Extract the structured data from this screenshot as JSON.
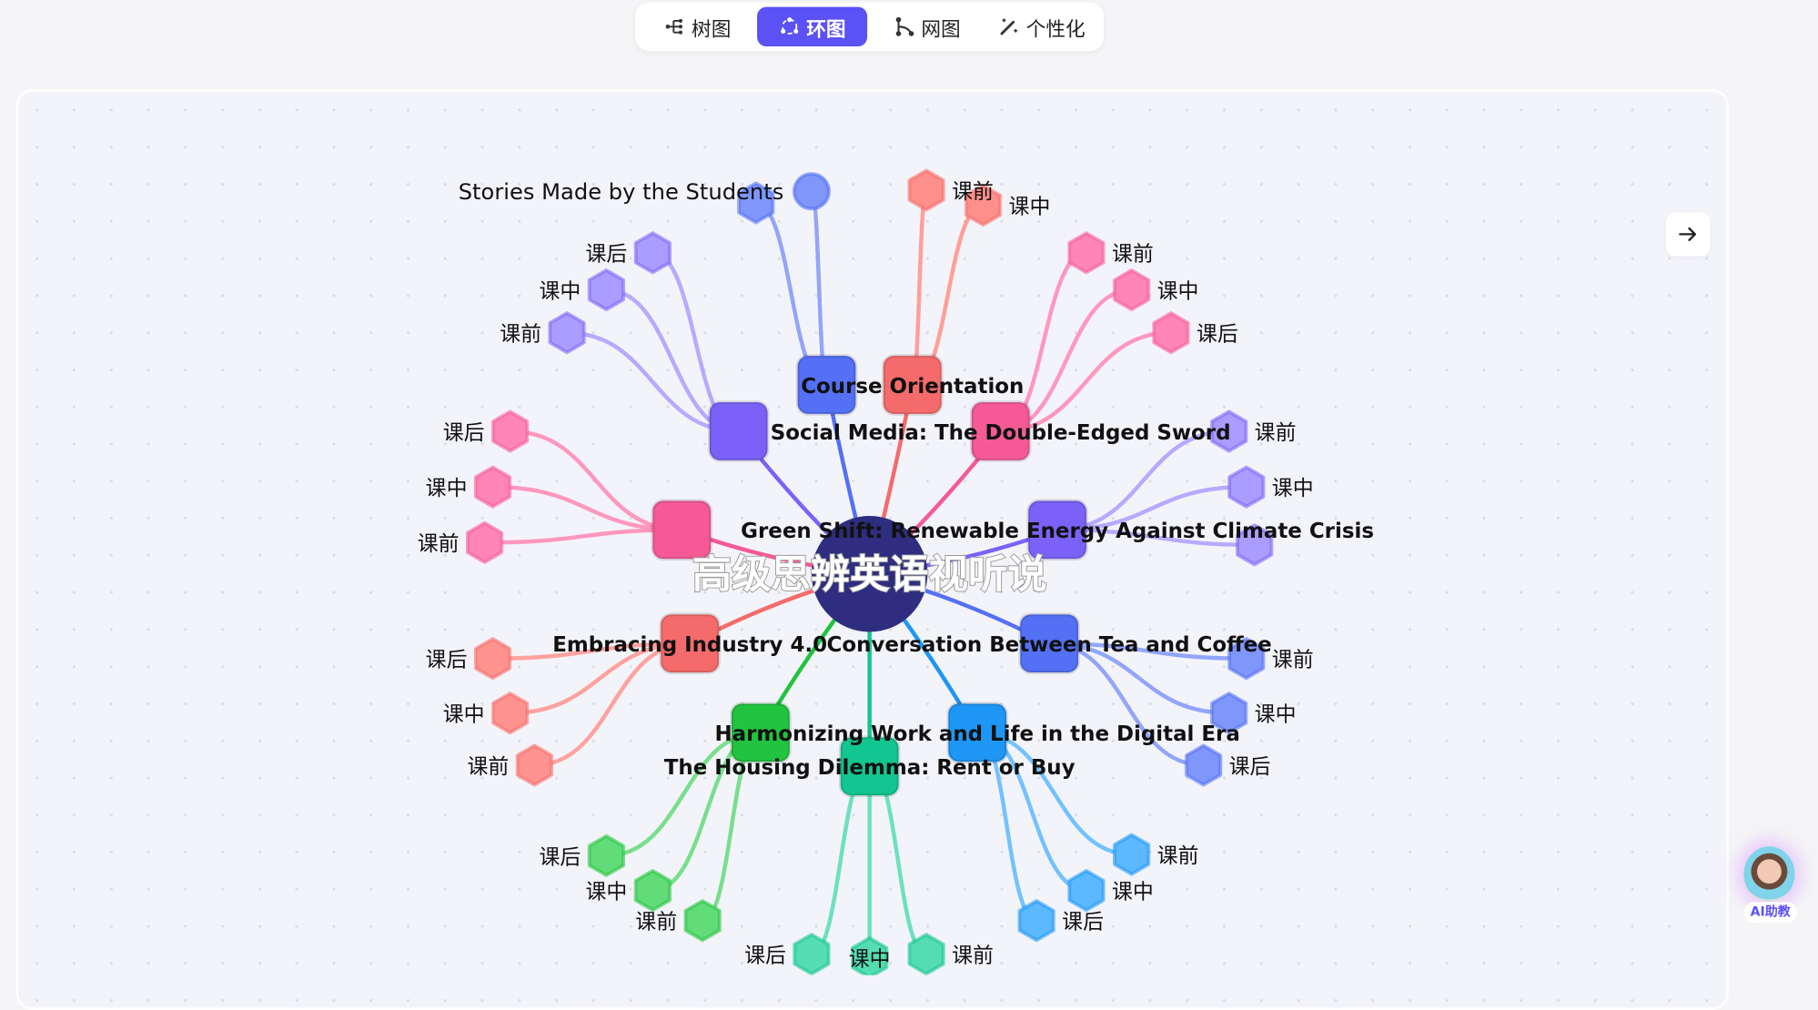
{
  "toolbar": {
    "tabs": [
      {
        "label": "树图",
        "icon": "tree-icon",
        "active": false
      },
      {
        "label": "环图",
        "icon": "ring-icon",
        "active": true
      },
      {
        "label": "网图",
        "icon": "network-icon",
        "active": false
      },
      {
        "label": "个性化",
        "icon": "magic-wand-icon",
        "active": false
      }
    ]
  },
  "mindmap": {
    "center": {
      "title": "高级思辨英语视听说",
      "color": "#2e2d80"
    },
    "topics": [
      {
        "label": "",
        "color": "#7b61f8",
        "light": "#ab9cff",
        "children": [
          "课后",
          "课中",
          "课前"
        ]
      },
      {
        "label": "",
        "color": "#5470f5",
        "light": "#7f96fb",
        "children": [
          "",
          "Stories Made by the Students"
        ]
      },
      {
        "label": "Course Orientation",
        "color": "#f56b6b",
        "light": "#ff8f8a",
        "children": [
          "课前",
          "课中"
        ]
      },
      {
        "label": "Social Media: The Double-Edged Sword",
        "color": "#f55a95",
        "light": "#ff86b4",
        "children": [
          "课前",
          "课中",
          "课后"
        ]
      },
      {
        "label": "Green Shift: Renewable Energy Against Climate Crisis",
        "color": "#7b61f8",
        "light": "#ab9cff",
        "children": [
          "课前",
          "课中",
          ""
        ]
      },
      {
        "label": "Conversation Between Tea and Coffee",
        "color": "#5470f5",
        "light": "#7f96fb",
        "children": [
          "课前",
          "课中",
          "课后"
        ]
      },
      {
        "label": "Harmonizing Work and Life in the Digital Era",
        "color": "#1e96f5",
        "light": "#5cb8ff",
        "children": [
          "课前",
          "课中",
          "课后"
        ]
      },
      {
        "label": "The Housing Dilemma: Rent or Buy",
        "color": "#13c58e",
        "light": "#55ddb1",
        "children": [
          "课前",
          "课中",
          "课后"
        ]
      },
      {
        "label": "",
        "color": "#22c33e",
        "light": "#62db79",
        "children": [
          "课后",
          "课中",
          "课前"
        ]
      },
      {
        "label": "Embracing Industry 4.0",
        "color": "#f56b6b",
        "light": "#ff938f",
        "children": [
          "课后",
          "课中",
          "课前"
        ]
      },
      {
        "label": "",
        "color": "#f55a95",
        "light": "#ff86b4",
        "children": [
          "课后",
          "课中",
          "课前"
        ]
      }
    ]
  },
  "assistant": {
    "label": "AI助教"
  },
  "icons": {
    "next": "arrow-right-icon"
  }
}
